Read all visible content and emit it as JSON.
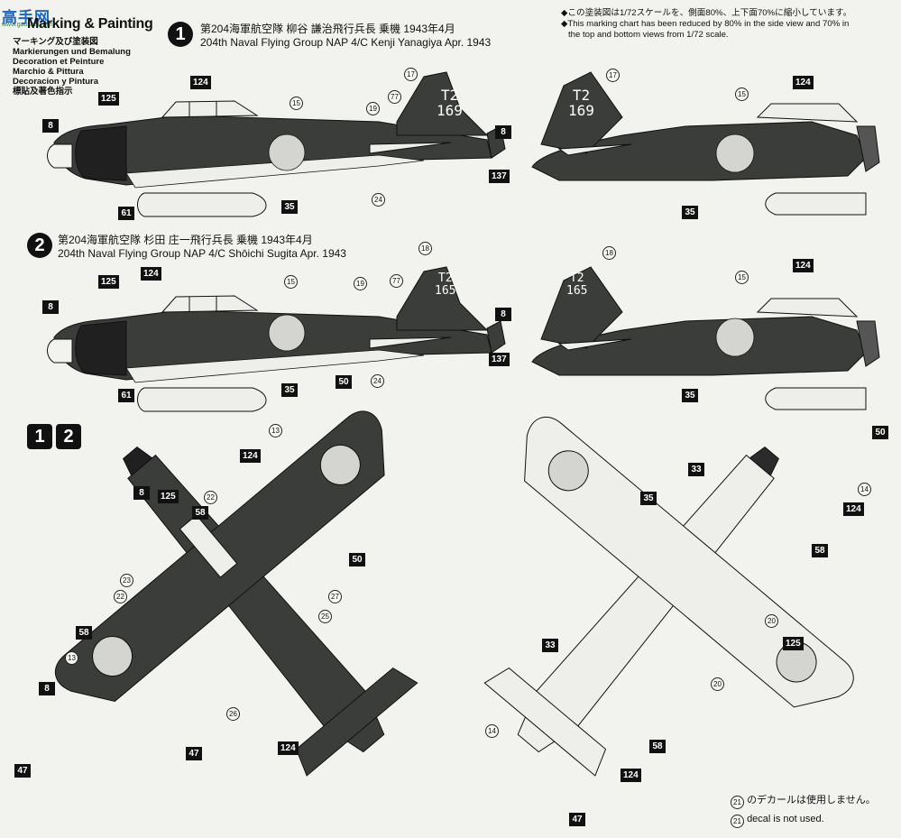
{
  "watermark": {
    "logo": "高手网",
    "sub": "www.gaoshou.net"
  },
  "header": {
    "title": "Marking & Painting"
  },
  "languages": [
    "マーキング及び塗装図",
    "Markierungen und Bemalung",
    "Decoration et Peinture",
    "Marchio & Pittura",
    "Decoracion y Pintura",
    "標貼及著色指示"
  ],
  "notes": [
    "◆この塗装図は1/72スケールを、側面80%、上下面70%に縮小しています。",
    "◆This marking chart has been reduced by 80% in the side view and 70% in",
    "the top and bottom views from 1/72 scale."
  ],
  "schemes": [
    {
      "badge": "1",
      "jp": "第204海軍航空隊 柳谷 謙治飛行兵長 乗機 1943年4月",
      "en": "204th Naval Flying Group NAP 4/C Kenji Yanagiya Apr. 1943",
      "tail": [
        "T2",
        "169"
      ]
    },
    {
      "badge": "2",
      "jp": "第204海軍航空隊 杉田 庄一飛行兵長 乗機 1943年4月",
      "en": "204th Naval Flying Group NAP 4/C Shōichi Sugita Apr. 1943",
      "tail": [
        "T2",
        "165"
      ]
    }
  ],
  "plan_badges": [
    "1",
    "2"
  ],
  "callouts": {
    "c8": "8",
    "c35": "35",
    "c47": "47",
    "c50": "50",
    "c58": "58",
    "c61": "61",
    "c124": "124",
    "c125": "125",
    "c137": "137",
    "c33": "33"
  },
  "circled": {
    "n13": "13",
    "n14": "14",
    "n15": "15",
    "n17": "17",
    "n18": "18",
    "n19": "19",
    "n20": "20",
    "n22": "22",
    "n23": "23",
    "n24": "24",
    "n25": "25",
    "n26": "26",
    "n27": "27",
    "n77": "77"
  },
  "footnotes": {
    "num": "21",
    "jp": "のデカールは使用しません。",
    "en": "decal is not used."
  },
  "colors": {
    "dark_green": "#3a3d3a",
    "light_gray": "#e8e8e3",
    "hinomaru": "#d4d4d0",
    "callout_bg": "#111111"
  }
}
